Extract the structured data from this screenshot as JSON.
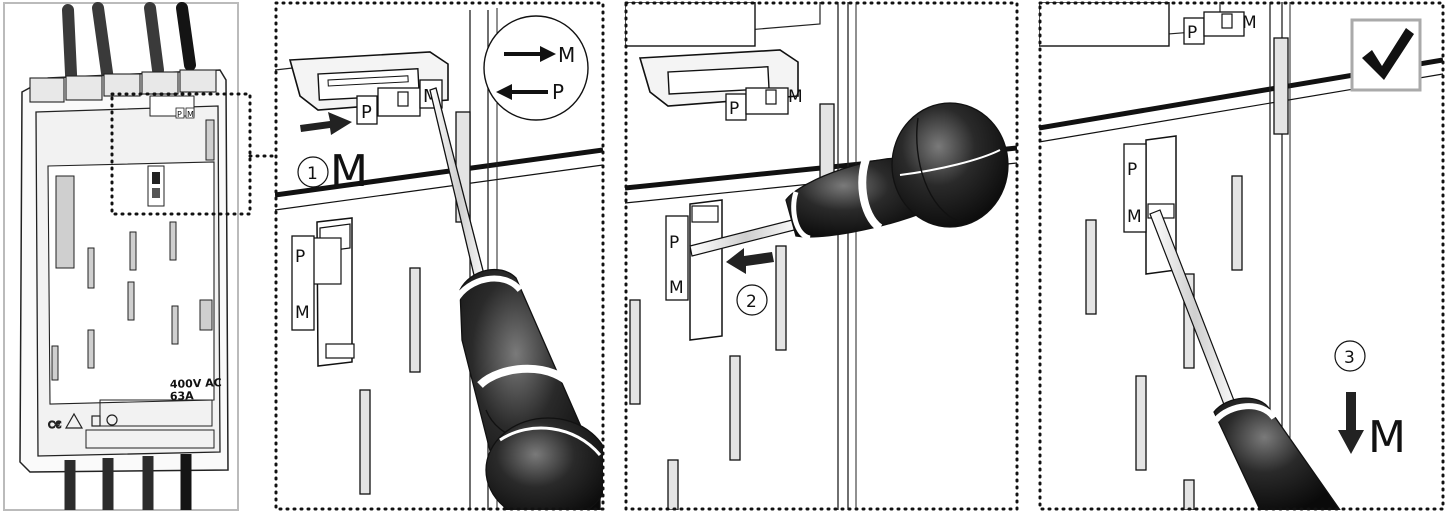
{
  "device": {
    "voltage_label": "400V  AC",
    "current_label": "63A",
    "tiny_p": "P",
    "tiny_m": "M"
  },
  "panel1": {
    "step": "1",
    "mode": "M",
    "tag_p": "P",
    "tag_m": "M",
    "lower_p": "P",
    "lower_m": "M",
    "legend_m": "M",
    "legend_p": "P"
  },
  "panel2": {
    "step": "2",
    "tag_p": "P",
    "tag_m": "M",
    "lower_p": "P",
    "lower_m": "M"
  },
  "panel3": {
    "step": "3",
    "mode": "M",
    "tag_p": "P",
    "tag_m": "M",
    "lower_p": "P",
    "lower_m": "M",
    "done_icon": "checkmark-icon"
  }
}
